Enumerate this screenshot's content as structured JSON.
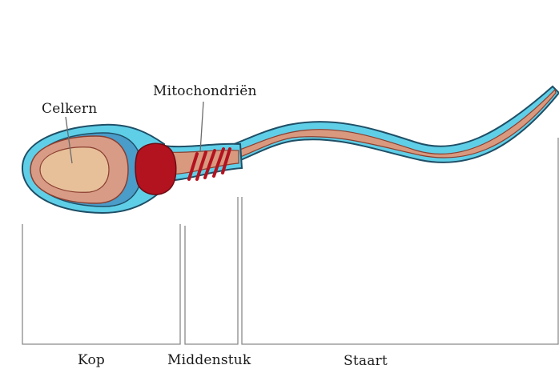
{
  "labels": {
    "celkern": "Celkern",
    "mitochondrien": "Mitochondriën",
    "kop": "Kop",
    "middenstuk": "Middenstuk",
    "staart": "Staart"
  },
  "colors": {
    "membrane": "#5fcfe8",
    "membrane_stroke": "#1f4f66",
    "acrosome": "#4a9cc9",
    "head": "#d79b86",
    "nucleus": "#e7c09a",
    "mitochondria": "#b3121f",
    "tail_core": "#d8997f",
    "bracket_lines": "#8a8a8a"
  }
}
